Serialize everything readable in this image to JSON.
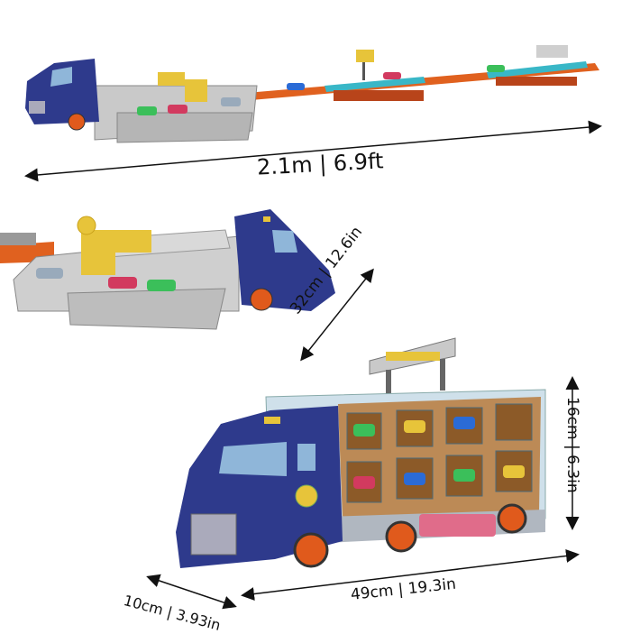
{
  "dimensions": {
    "track_length": "2.1m | 6.9ft",
    "depth_open": "32cm | 12.6in",
    "height": "16cm | 6.3in",
    "width": "10cm | 3.93in",
    "length": "49cm | 19.3in"
  },
  "colors": {
    "truck_blue": "#2e3a8c",
    "track_orange": "#e0611f",
    "track_teal": "#39b7c7",
    "wheel_orange": "#e05a1c",
    "tray_grey": "#c9c9c9",
    "case_clear": "#cfe0ea"
  }
}
